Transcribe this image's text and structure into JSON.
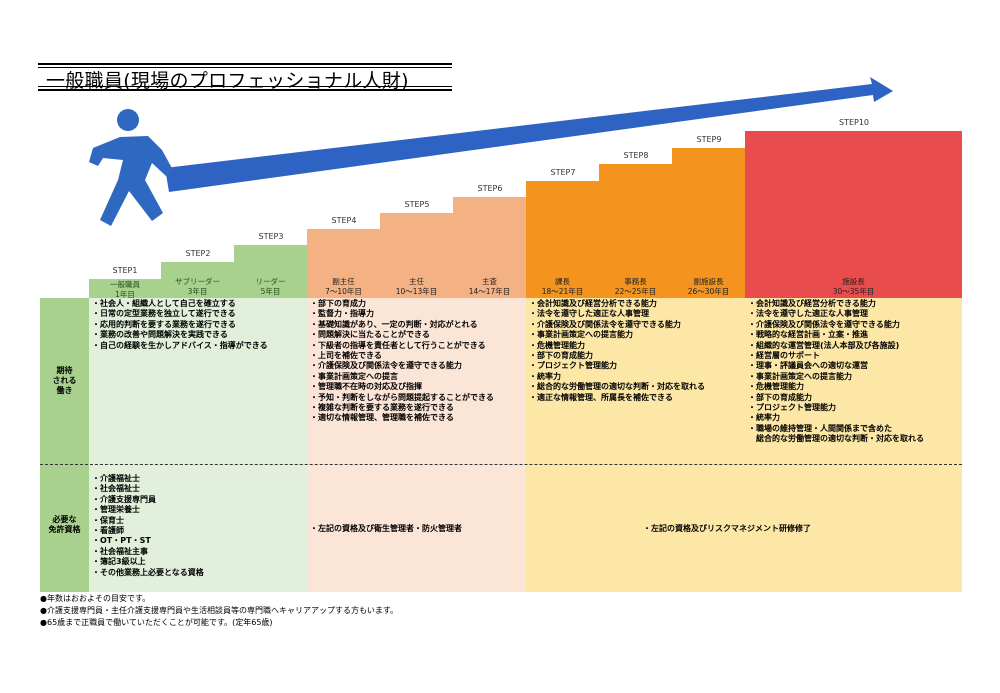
{
  "title": "一般職員(現場のプロフェッショナル人財)",
  "steps": [
    {
      "label": "STEP1",
      "roles": [
        {
          "name": "一般職員",
          "years": "1年目"
        }
      ]
    },
    {
      "label": "STEP2",
      "roles": [
        {
          "name": "サブリーダー",
          "years": "3年目"
        }
      ]
    },
    {
      "label": "STEP3",
      "roles": [
        {
          "name": "リーダー",
          "years": "5年目"
        }
      ]
    },
    {
      "label": "STEP4",
      "roles": [
        {
          "name": "副主任",
          "years": "7～10年目"
        }
      ]
    },
    {
      "label": "STEP5",
      "roles": [
        {
          "name": "主任",
          "years": "10～13年目"
        }
      ]
    },
    {
      "label": "STEP6",
      "roles": [
        {
          "name": "主査",
          "years": "14～17年目"
        }
      ]
    },
    {
      "label": "STEP7",
      "roles": [
        {
          "name": "課長",
          "years": "18～21年目"
        }
      ]
    },
    {
      "label": "STEP8",
      "roles": [
        {
          "name": "事務長",
          "years": "22～25年目"
        }
      ]
    },
    {
      "label": "STEP9",
      "roles": [
        {
          "name": "副施設長",
          "years": "26～30年目"
        }
      ]
    },
    {
      "label": "STEP10",
      "roles": [
        {
          "name": "施設長",
          "years": "30～35年目"
        }
      ]
    }
  ],
  "row_headers": {
    "expected_line1": "期待",
    "expected_line2": "される",
    "expected_line3": "働き",
    "license_line1": "必要な",
    "license_line2": "免許資格"
  },
  "expected": {
    "group1": [
      "・社会人・組織人として自己を確立する",
      "・日常の定型業務を独立して遂行できる",
      "・応用的判断を要する業務を遂行できる",
      "・業務の改善や問題解決を実践できる",
      "・自己の経験を生かしアドバイス・指導ができる"
    ],
    "group2": [
      "・部下の育成力",
      "・監督力・指導力",
      "・基礎知識があり、一定の判断・対応がとれる",
      "・問題解決に当たることができる",
      "・下級者の指導を責任者として行うことができる",
      "・上司を補佐できる",
      "・介護保険及び関係法令を遵守できる能力",
      "・事業計画策定への提言",
      "・管理職不在時の対応及び指揮",
      "・予知・判断をしながら問題提起することができる",
      "・複雑な判断を要する業務を遂行できる",
      "・適切な情報管理、管理職を補佐できる"
    ],
    "group3": [
      "・会計知識及び経営分析できる能力",
      "・法令を遵守した適正な人事管理",
      "・介護保険及び関係法令を遵守できる能力",
      "・事業計画策定への提言能力",
      "・危機管理能力",
      "・部下の育成能力",
      "・プロジェクト管理能力",
      "・統率力",
      "・総合的な労働管理の適切な判断・対応を取れる",
      "・適正な情報管理、所属長を補佐できる"
    ],
    "group4": [
      "・会計知識及び経営分析できる能力",
      "・法令を遵守した適正な人事管理",
      "・介護保険及び関係法令を遵守できる能力",
      "・戦略的な経営計画・立案・推進",
      "・組織的な運営管理(法人本部及び各施設)",
      "・経営層のサポート",
      "・理事・評議員会への適切な運営",
      "・事業計画策定への提言能力",
      "・危機管理能力",
      "・部下の育成能力",
      "・プロジェクト管理能力",
      "・統率力",
      "・職場の維持管理・人間関係まで含めた",
      "　総合的な労働管理の適切な判断・対応を取れる"
    ]
  },
  "licenses": {
    "group1": [
      "・介護福祉士",
      "・社会福祉士",
      "・介護支援専門員",
      "・管理栄養士",
      "・保育士",
      "・看護師",
      "・OT・PT・ST",
      "・社会福祉主事",
      "・簿記3級以上",
      "・その他業務上必要となる資格"
    ],
    "group2": "・左記の資格及び衛生管理者・防火管理者",
    "group3": "・左記の資格及びリスクマネジメント研修修了"
  },
  "notes": [
    "●年数はおおよその目安です。",
    "●介護支援専門員・主任介護支援専門員や生活相談員等の専門職へキャリアアップする方もいます。",
    "●65歳まで正職員で働いていただくことが可能です。(定年65歳)"
  ],
  "colors": {
    "green": "#a9d18e",
    "green_light": "#e2efda",
    "salmon": "#f4b183",
    "salmon_light": "#fbe5d6",
    "orange": "#f4941e",
    "red": "#e84c4c",
    "yellow_light": "#fce7a6",
    "arrow": "#2e63c3",
    "runner": "#2e68c0"
  },
  "icons": {
    "runner": "running-person-icon",
    "arrow": "arrow-right-icon"
  }
}
